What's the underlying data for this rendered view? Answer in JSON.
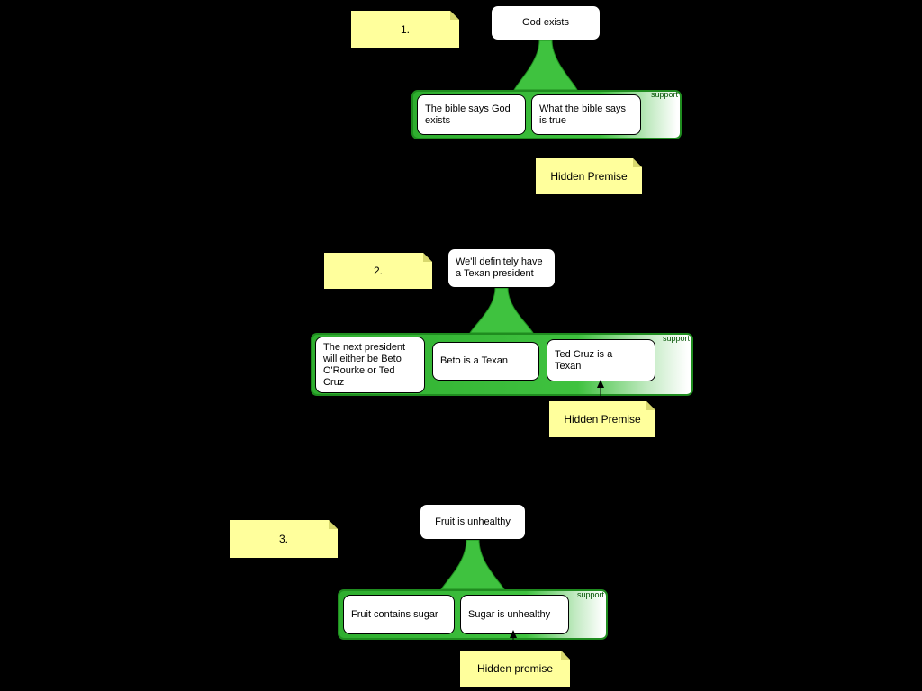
{
  "app": {
    "background_color": "#000000"
  },
  "palette": {
    "note_bg": "#ffff9c",
    "group_green": "#3fc23f",
    "group_border": "#1f8c1f",
    "support_text_color": "#005200",
    "box_bg": "#ffffff",
    "box_border": "#000000"
  },
  "arguments": [
    {
      "number_note": "1.",
      "claim": "God exists",
      "support_label": "support",
      "premises": [
        "The bible says God exists",
        "What the bible says is true"
      ],
      "hidden_note": "Hidden Premise"
    },
    {
      "number_note": "2.",
      "claim": "We'll definitely have a Texan president",
      "support_label": "support",
      "premises": [
        "The next president will either be Beto O'Rourke or Ted Cruz",
        "Beto is a Texan",
        "Ted Cruz is a Texan"
      ],
      "hidden_note": "Hidden Premise"
    },
    {
      "number_note": "3.",
      "claim": "Fruit is unhealthy",
      "support_label": "support",
      "premises": [
        "Fruit contains sugar",
        "Sugar is unhealthy"
      ],
      "hidden_note": "Hidden premise"
    }
  ]
}
